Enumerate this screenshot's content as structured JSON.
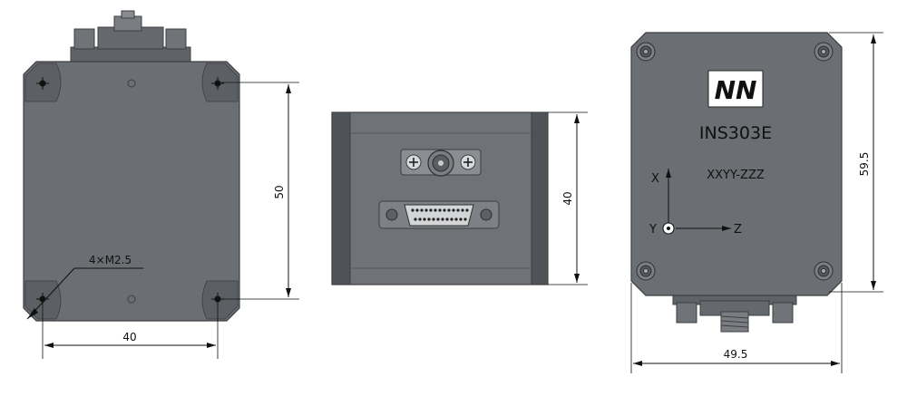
{
  "left_view": {
    "hole_callout": "4×M2.5",
    "dim_height": "50",
    "dim_width": "40"
  },
  "middle_view": {
    "dim_height": "40"
  },
  "right_view": {
    "logo_text": "NN",
    "product_name": "INS303E",
    "serial_label": "XXYY-ZZZ",
    "axis_x_label": "X",
    "axis_y_label": "Y",
    "axis_z_label": "Z",
    "dim_height": "59.5",
    "dim_width": "49.5"
  },
  "colors": {
    "body": "#6b6e72",
    "body_dark": "#55585c",
    "edge": "#3d3f42",
    "dimension": "#111111",
    "panel_white": "#ffffff"
  }
}
